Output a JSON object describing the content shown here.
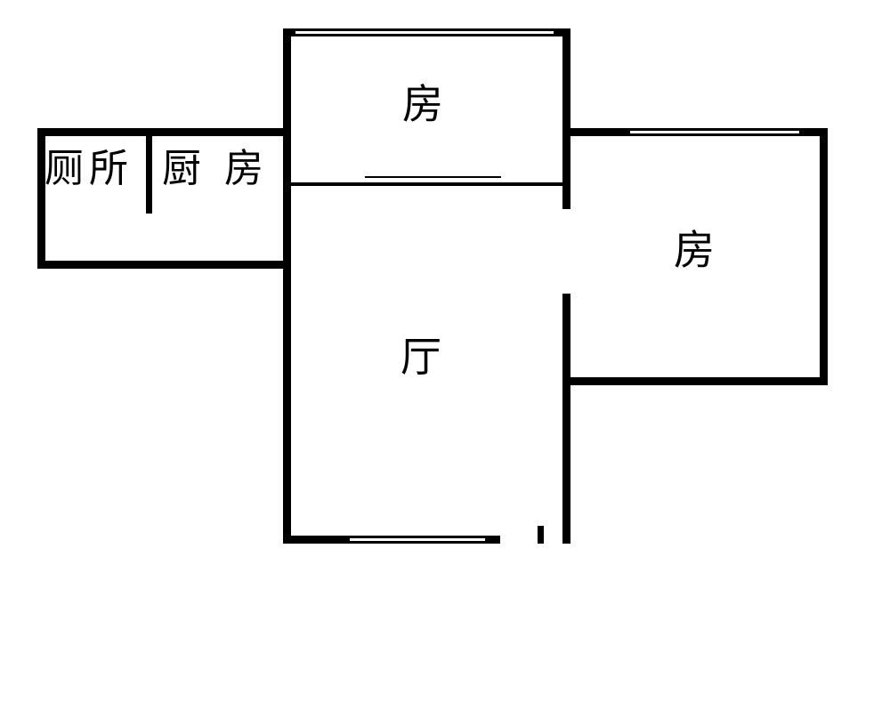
{
  "page": {
    "type": "apartment-floor-plan"
  },
  "colors": {
    "wall": "#000000",
    "background": "#ffffff"
  },
  "rooms": {
    "toilet": {
      "label": "厕所"
    },
    "kitchen": {
      "label": "厨 房"
    },
    "bedroom_top": {
      "label": "房"
    },
    "bedroom_right": {
      "label": "房"
    },
    "hall": {
      "label": "厅"
    }
  }
}
